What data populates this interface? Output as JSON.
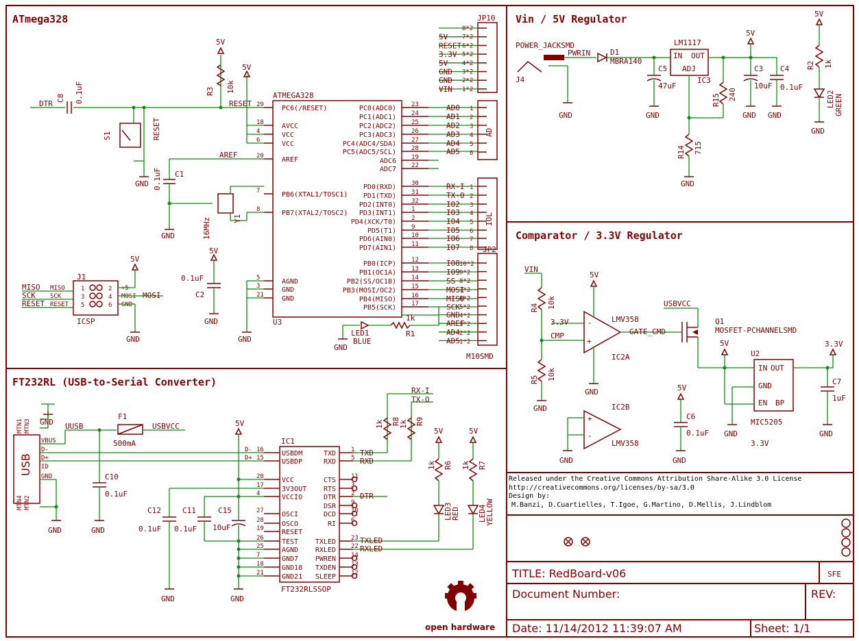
{
  "sections": {
    "atmega": "ATmega328",
    "vin": "Vin / 5V Regulator",
    "comparator": "Comparator / 3.3V Regulator",
    "ft232": "FT232RL (USB-to-Serial Converter)"
  },
  "mcu": {
    "part": "ATMEGA328",
    "ref": "U3",
    "left_pins": [
      {
        "name": "PC6(/RESET)",
        "num": "29"
      },
      {
        "name": "AVCC",
        "num": "18"
      },
      {
        "name": "VCC",
        "num": "4"
      },
      {
        "name": "VCC",
        "num": "6"
      },
      {
        "name": "AREF",
        "num": "20"
      },
      {
        "name": "PB6(XTAL1/TOSC1)",
        "num": "7"
      },
      {
        "name": "PB7(XTAL2/TOSC2)",
        "num": "8"
      },
      {
        "name": "AGND",
        "num": "5"
      },
      {
        "name": "GND",
        "num": "3"
      },
      {
        "name": "GND",
        "num": "21"
      }
    ],
    "right_pins": [
      {
        "name": "PC0(ADC0)",
        "num": "23",
        "net": "AD0"
      },
      {
        "name": "PC1(ADC1)",
        "num": "24",
        "net": "AD1"
      },
      {
        "name": "PC2(ADC2)",
        "num": "25",
        "net": "AD2"
      },
      {
        "name": "PC3(ADC3)",
        "num": "26",
        "net": "AD3"
      },
      {
        "name": "PC4(ADC4/SDA)",
        "num": "27",
        "net": "AD4"
      },
      {
        "name": "PC5(ADC5/SCL)",
        "num": "28",
        "net": "AD5"
      },
      {
        "name": "ADC6",
        "num": "19",
        "net": ""
      },
      {
        "name": "ADC7",
        "num": "22",
        "net": ""
      },
      {
        "name": "PD0(RXD)",
        "num": "30",
        "net": "RX-I"
      },
      {
        "name": "PD1(TXD)",
        "num": "31",
        "net": "TX-O"
      },
      {
        "name": "PD2(INT0)",
        "num": "32",
        "net": "IO2"
      },
      {
        "name": "PD3(INT1)",
        "num": "1",
        "net": "IO3"
      },
      {
        "name": "PD4(XCK/T0)",
        "num": "2",
        "net": "IO4"
      },
      {
        "name": "PD5(T1)",
        "num": "9",
        "net": "IO5"
      },
      {
        "name": "PD6(AIN0)",
        "num": "10",
        "net": "IO6"
      },
      {
        "name": "PD7(AIN1)",
        "num": "11",
        "net": "IO7"
      },
      {
        "name": "PB0(ICP)",
        "num": "12",
        "net": "IO8"
      },
      {
        "name": "PB1(OC1A)",
        "num": "13",
        "net": "IO9"
      },
      {
        "name": "PB2(SS/OC1B)",
        "num": "14",
        "net": "SS"
      },
      {
        "name": "PB3(MOSI/OC2)",
        "num": "15",
        "net": "MOSI"
      },
      {
        "name": "PB4(MISO)",
        "num": "16",
        "net": "MISO"
      },
      {
        "name": "PB5(SCK)",
        "num": "17",
        "net": "SCK"
      }
    ]
  },
  "jp10": {
    "ref": "JP10",
    "nets": [
      "",
      "5V",
      "RESET",
      "3.3V",
      "5V",
      "GND",
      "GND",
      "VIN"
    ],
    "pins": [
      "8*2",
      "7*2",
      "6*2",
      "5*2",
      "4*2",
      "3*2",
      "2*2",
      "1*2"
    ]
  },
  "ad_header": {
    "ref": "AD",
    "pins": [
      "1",
      "2",
      "3",
      "4",
      "5",
      "6"
    ]
  },
  "iol_header": {
    "ref": "IOL",
    "pins": [
      "1",
      "2",
      "3",
      "4",
      "5",
      "6",
      "7",
      "8"
    ]
  },
  "jp2": {
    "ref": "JP2",
    "footer": "M10SMD",
    "pins": [
      "10*2",
      "9*2",
      "8*2",
      "7*2",
      "6*2",
      "5*2",
      "4*2",
      "3*2",
      "2*2",
      "1*2"
    ],
    "nets": [
      "IO8",
      "IO9",
      "SS",
      "MOSI",
      "MISO",
      "SCK",
      "GND",
      "AREF",
      "AD4",
      "AD5"
    ]
  },
  "atmega_parts": {
    "dtr": "DTR",
    "c8": "C8",
    "c8_val": "0.1uF",
    "reset_net": "RESET",
    "s1": "S1",
    "s1_label": "RESET",
    "r3": "R3",
    "r3_val": "10k",
    "five_v": "5V",
    "gnd": "GND",
    "aref": "AREF",
    "c1": "C1",
    "c1_val": "0.1uF",
    "y1": "Y1",
    "y1_val": "16MHz",
    "c2": "C2",
    "c2_val": "0.1uF",
    "led1": "LED1",
    "led1_color": "BLUE",
    "r1": "R1",
    "r1_val": "1k",
    "icsp_ref": "J1",
    "icsp_name": "ICSP",
    "icsp_left": [
      "MISO",
      "SCK",
      "RESET"
    ],
    "icsp_right": [
      "+5",
      "MOSI",
      "GND"
    ],
    "icsp_nets_left": [
      "MISO",
      "SCK",
      "RESET"
    ],
    "icsp_net_right": "MOSI",
    "icsp_pins_left": [
      "1",
      "3",
      "5"
    ],
    "icsp_pins_right": [
      "2",
      "4",
      "6"
    ]
  },
  "vin_parts": {
    "power_jack": "POWER_JACKSMD",
    "pwrin": "PWRIN",
    "j4": "J4",
    "d1": "D1",
    "d1_val": "MBRA140",
    "reg": "LM1117",
    "reg_ref": "IC3",
    "reg_in": "IN",
    "reg_out": "OUT",
    "reg_adj": "ADJ",
    "c5": "C5",
    "c5_val": "47uF",
    "c3": "C3",
    "c3_val": "10uF",
    "c4": "C4",
    "c4_val": "0.1uF",
    "r15": "R15",
    "r15_val": "240",
    "r14": "R14",
    "r14_val": "715",
    "r2": "R2",
    "r2_val": "1k",
    "led2": "LED2",
    "led2_color": "GREEN"
  },
  "comp_parts": {
    "vin": "VIN",
    "r4": "R4",
    "r4_val": "10k",
    "r5": "R5",
    "r5_val": "10k",
    "v33": "3.3V",
    "cmp": "CMP",
    "ic2a": "IC2A",
    "ic2b": "IC2B",
    "opamp": "LMV358",
    "gate": "GATE_CMD",
    "usbvcc": "USBVCC",
    "q1": "Q1",
    "q1_val": "MOSFET-PCHANNELSMD",
    "u2": "U2",
    "u2_val": "MIC5205",
    "u2_in": "IN",
    "u2_out": "OUT",
    "u2_gnd": "GND",
    "u2_en": "EN",
    "u2_bp": "BP",
    "c6": "C6",
    "c6_val": "0.1uF",
    "c7": "C7",
    "c7_val": "1uF",
    "out_label": "3.3V"
  },
  "ft_parts": {
    "usb": "USB",
    "usb_pins": [
      "MTN1",
      "MTN3",
      "VBUS",
      "D-",
      "D+",
      "ID",
      "GND",
      "MTN4",
      "MTN2"
    ],
    "uusb": "UUSB",
    "f1": "F1",
    "f1_val": "500mA",
    "usbvcc": "USBVCC",
    "c10": "C10",
    "c10_val": "0.1uF",
    "ic1": "IC1",
    "ic1_val": "FT232RLSSOP",
    "left": [
      {
        "name": "USBDM",
        "num": "16",
        "net": "D-"
      },
      {
        "name": "USBDP",
        "num": "15",
        "net": "D+"
      },
      {
        "name": "VCC",
        "num": "20"
      },
      {
        "name": "3V3OUT",
        "num": "17"
      },
      {
        "name": "VCCIO",
        "num": "4"
      },
      {
        "name": "OSCI",
        "num": "27"
      },
      {
        "name": "OSCO",
        "num": "28"
      },
      {
        "name": "RESET",
        "num": "19"
      },
      {
        "name": "TEST",
        "num": "26"
      },
      {
        "name": "AGND",
        "num": "25"
      },
      {
        "name": "GND7",
        "num": "7"
      },
      {
        "name": "GND18",
        "num": "18"
      },
      {
        "name": "GND21",
        "num": "21"
      }
    ],
    "right": [
      {
        "name": "TXD",
        "num": "1"
      },
      {
        "name": "RXD",
        "num": "5"
      },
      {
        "name": "CTS",
        "num": "11"
      },
      {
        "name": "RTS",
        "num": "3"
      },
      {
        "name": "DTR",
        "num": "2"
      },
      {
        "name": "DSR",
        "num": "9"
      },
      {
        "name": "DCD",
        "num": "10"
      },
      {
        "name": "RI",
        "num": "6"
      },
      {
        "name": "TXLED",
        "num": "23"
      },
      {
        "name": "RXLED",
        "num": "22"
      },
      {
        "name": "PWREN",
        "num": "14"
      },
      {
        "name": "TXDEN",
        "num": "13"
      },
      {
        "name": "SLEEP",
        "num": "12"
      }
    ],
    "txd": "TXD",
    "rxd": "RXD",
    "dtr": "DTR",
    "txled": "TXLED",
    "rxled": "RXLED",
    "rxi": "RX-I",
    "txo": "TX-O",
    "r8": "R8",
    "r9": "R9",
    "rval": "1k",
    "r6": "R6",
    "r7": "R7",
    "led3": "LED3",
    "led3_color": "RED",
    "led4": "LED4",
    "led4_color": "YELLOW",
    "c12": "C12",
    "c11": "C11",
    "c15": "C15",
    "cval": "0.1uF",
    "c15_val": "10uF"
  },
  "footer": {
    "license": "Released under the Creative Commons Attribution Share-Alike 3.0 License",
    "url": "http://creativecommons.org/licenses/by-sa/3.0",
    "design_by": "Design by:",
    "authors": "M.Banzi, D.Cuartielles, T.Igoe, G.Martino, D.Mellis, J.Lindblom",
    "title": "TITLE: RedBoard-v06",
    "sfe": "SFE",
    "doc": "Document Number:",
    "rev": "REV:",
    "date": "Date: 11/14/2012 11:39:07 AM",
    "sheet": "Sheet: 1/1",
    "oh": "open hardware"
  }
}
